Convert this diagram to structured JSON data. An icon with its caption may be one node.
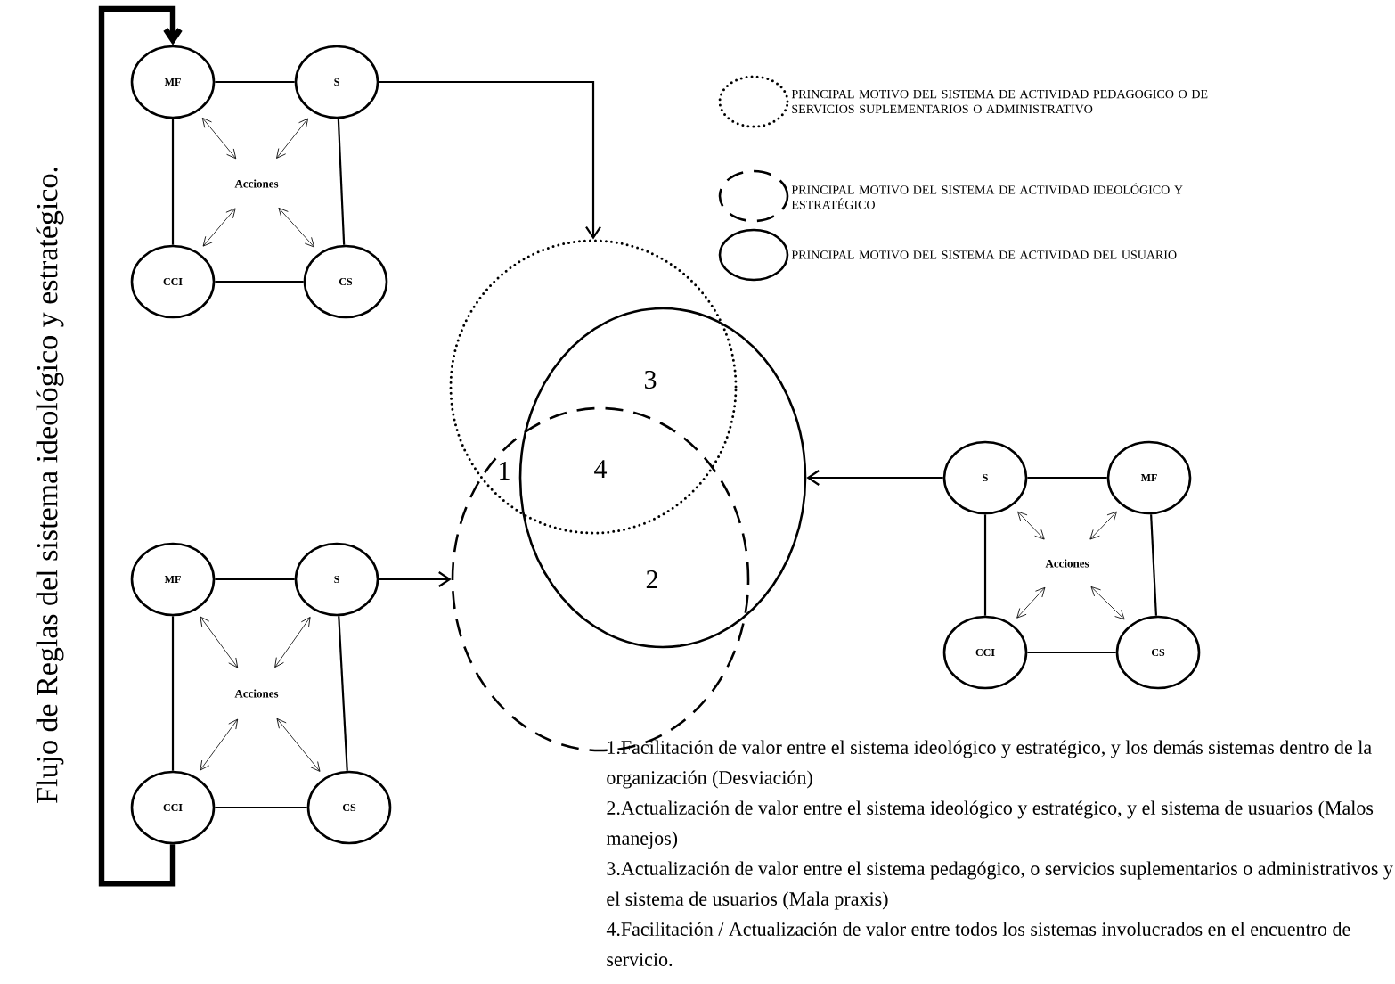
{
  "diagram": {
    "nodes": [
      {
        "text": [
          "MF"
        ]
      },
      {
        "text": [
          "S"
        ]
      },
      {
        "text": [
          "Acciones"
        ]
      },
      {
        "text": [
          "CCI"
        ]
      },
      {
        "text": [
          "CS"
        ]
      },
      {
        "text": [
          "MF"
        ]
      },
      {
        "text": [
          "S"
        ]
      },
      {
        "text": [
          "Acciones"
        ]
      },
      {
        "text": [
          "CCI"
        ]
      },
      {
        "text": [
          "CS"
        ]
      },
      {
        "text": [
          "S"
        ]
      },
      {
        "text": [
          "MF"
        ]
      },
      {
        "text": [
          "Acciones"
        ]
      },
      {
        "text": [
          "CCI"
        ]
      },
      {
        "text": [
          "CS"
        ]
      },
      {
        "text": [],
        "shape": "circle"
      },
      {
        "text": [],
        "shape": "circle"
      },
      {
        "text": [],
        "shape": "circle"
      }
    ],
    "edges": [
      {
        "from": 0,
        "to": 1,
        "arrow": "none"
      },
      {
        "from": 1,
        "to": 4,
        "arrow": "none"
      },
      {
        "from": 3,
        "to": 4,
        "arrow": "none"
      },
      {
        "from": 0,
        "to": 3,
        "arrow": "none"
      },
      {
        "from": 2,
        "to": 0,
        "arrow": "both"
      },
      {
        "from": 2,
        "to": 1,
        "arrow": "both"
      },
      {
        "from": 2,
        "to": 3,
        "arrow": "both"
      },
      {
        "from": 2,
        "to": 4,
        "arrow": "both"
      },
      {
        "from": 5,
        "to": 6,
        "arrow": "none"
      },
      {
        "from": 6,
        "to": 9,
        "arrow": "none"
      },
      {
        "from": 8,
        "to": 9,
        "arrow": "none"
      },
      {
        "from": 5,
        "to": 8,
        "arrow": "none"
      },
      {
        "from": 7,
        "to": 5,
        "arrow": "both"
      },
      {
        "from": 7,
        "to": 6,
        "arrow": "both"
      },
      {
        "from": 7,
        "to": 8,
        "arrow": "both"
      },
      {
        "from": 7,
        "to": 9,
        "arrow": "both"
      },
      {
        "from": 10,
        "to": 11,
        "arrow": "none"
      },
      {
        "from": 11,
        "to": 14,
        "arrow": "none"
      },
      {
        "from": 13,
        "to": 14,
        "arrow": "none"
      },
      {
        "from": 10,
        "to": 13,
        "arrow": "none"
      },
      {
        "from": 12,
        "to": 10,
        "arrow": "both"
      },
      {
        "from": 12,
        "to": 11,
        "arrow": "both"
      },
      {
        "from": 12,
        "to": 13,
        "arrow": "both"
      },
      {
        "from": 12,
        "to": 14,
        "arrow": "both"
      },
      {
        "from": 1,
        "to": 15,
        "arrow": "to"
      },
      {
        "from": 6,
        "to": 17,
        "arrow": "to"
      },
      {
        "from": 10,
        "to": 16,
        "arrow": "to"
      },
      {
        "from": 8,
        "to": 0,
        "arrow": "to",
        "style": "thick"
      }
    ],
    "labels": [
      "Flujo de Reglas del sistema ideológico y estratégico.",
      "3",
      "1",
      "4",
      "2",
      "1.Facilitación de valor entre el sistema ideológico y estratégico, y los demás sistemas dentro de la organización (Desviación)",
      "2.Actualización de valor entre el sistema ideológico y estratégico, y el sistema de usuarios (Malos manejos)",
      "3.Actualización de valor entre el sistema pedagógico, o servicios suplementarios o  administrativos y el sistema de usuarios (Mala praxis)",
      "4.Facilitación / Actualización de valor entre todos los sistemas involucrados en el encuentro de servicio."
    ],
    "legend": [
      {
        "text": "PRINCIPAL MOTIVO DEL SISTEMA DE ACTIVIDAD PEDAGOGICO O DE SERVICIOS SUPLEMENTARIOS O ADMINISTRATIVO"
      },
      {
        "text": "PRINCIPAL MOTIVO DEL SISTEMA DE ACTIVIDAD IDEOLÓGICO Y ESTRATÉGICO"
      },
      {
        "text": "PRINCIPAL MOTIVO DEL SISTEMA DE ACTIVIDAD DEL USUARIO"
      }
    ]
  }
}
